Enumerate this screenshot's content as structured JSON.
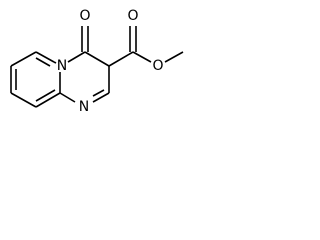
{
  "molecule": {
    "atoms": {
      "carbonyl_oxygen": "O",
      "ring_nitrogen_bridgehead": "N",
      "ring_nitrogen_lower": "N",
      "ester_carbonyl_oxygen": "O",
      "ester_ether_oxygen": "O"
    }
  }
}
